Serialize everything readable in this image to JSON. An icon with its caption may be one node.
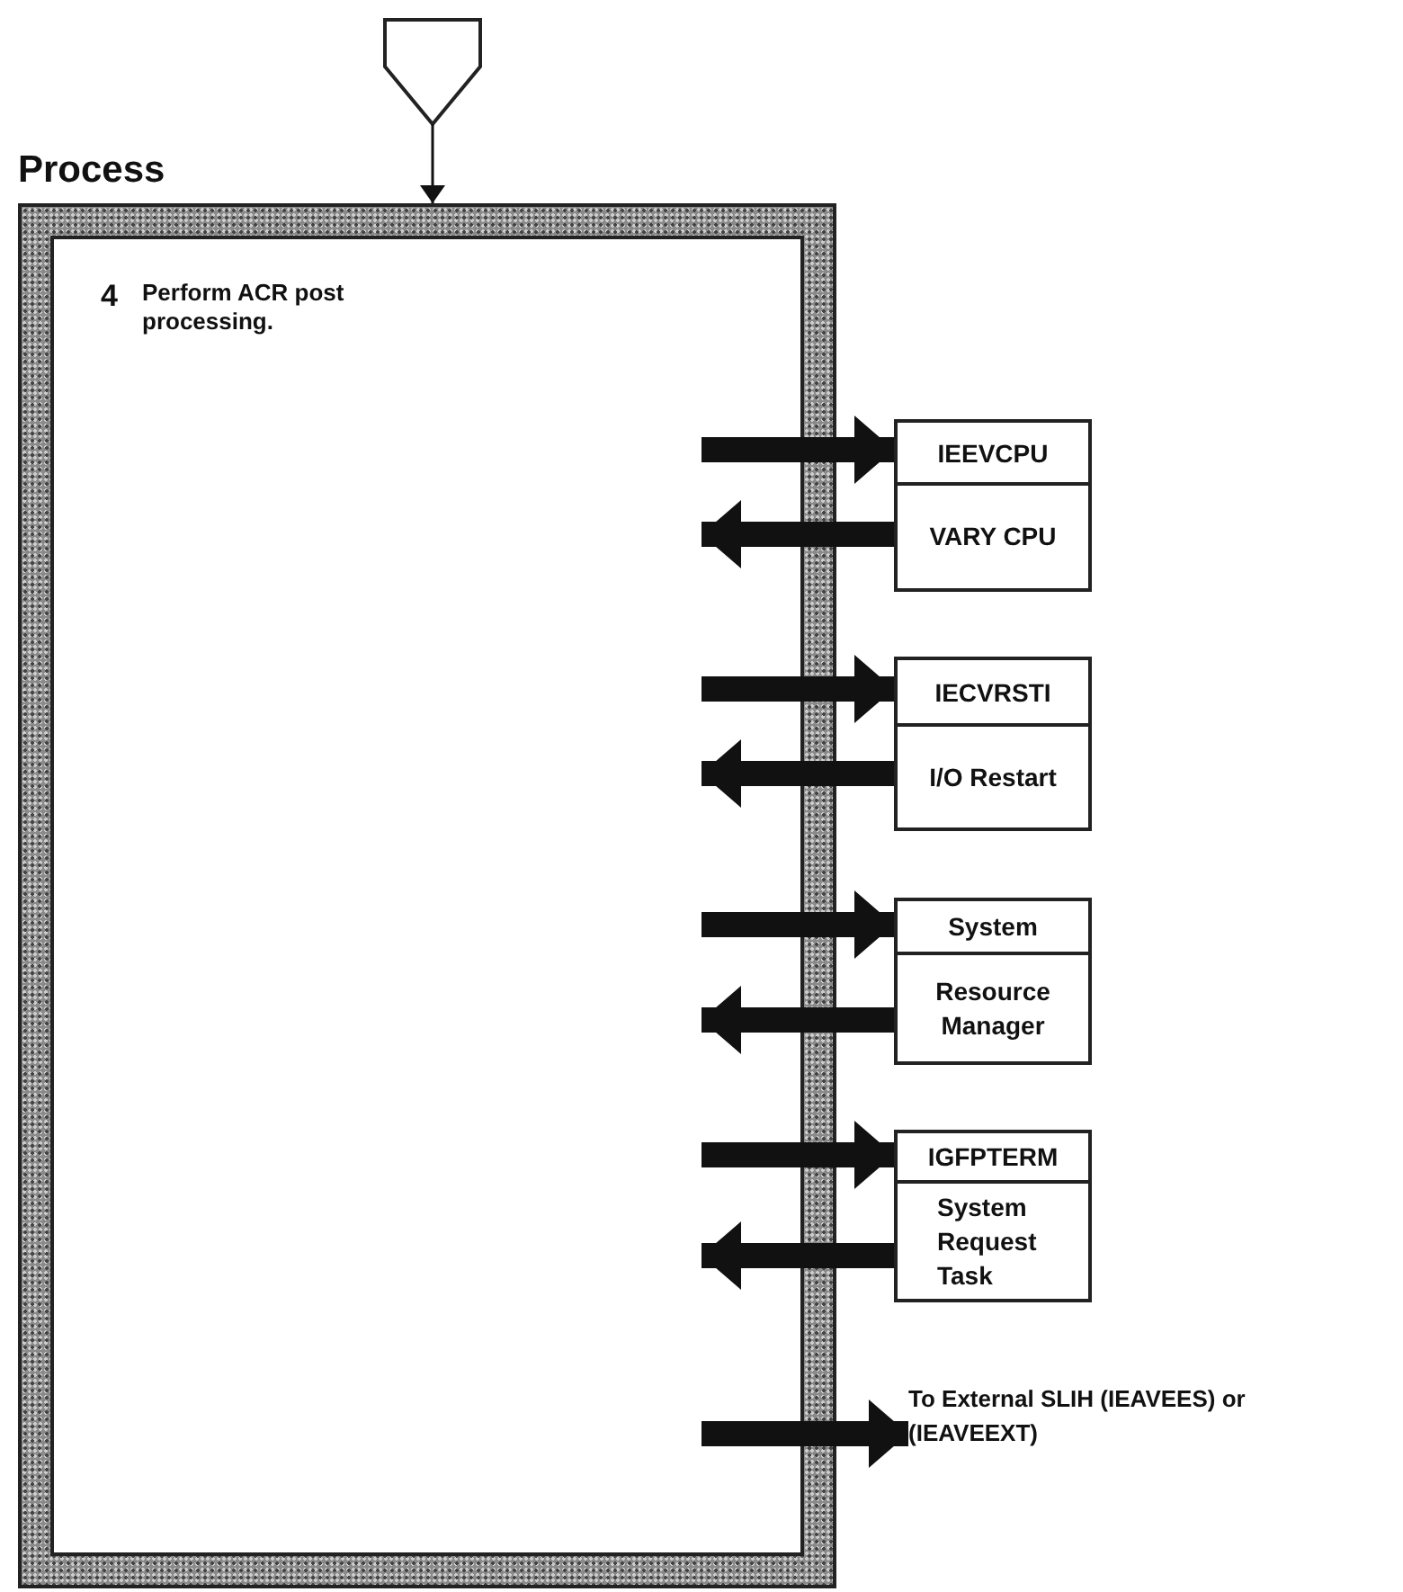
{
  "diagram": {
    "nodes": [
      {
        "text": [],
        "shape": "pentagon"
      },
      {
        "text": [
          "Process",
          "4",
          "Perform ACR post processing."
        ]
      },
      {
        "text": [
          "IEEVCPU",
          "VARY CPU"
        ]
      },
      {
        "text": [
          "IECVRSTI",
          "I/O Restart"
        ]
      },
      {
        "text": [
          "System",
          "Resource Manager"
        ]
      },
      {
        "text": [
          "IGFPTERM",
          "System Request Task"
        ]
      },
      {
        "text": [
          "To External SLIH (IEAVEES) or (IEAVEEXT)"
        ]
      }
    ],
    "edges": [
      {
        "from": 0,
        "to": 1,
        "arrow": "to"
      },
      {
        "from": 1,
        "to": 2,
        "arrow": "to"
      },
      {
        "from": 2,
        "to": 1,
        "arrow": "to"
      },
      {
        "from": 1,
        "to": 3,
        "arrow": "to"
      },
      {
        "from": 3,
        "to": 1,
        "arrow": "to"
      },
      {
        "from": 1,
        "to": 4,
        "arrow": "to"
      },
      {
        "from": 4,
        "to": 1,
        "arrow": "to"
      },
      {
        "from": 1,
        "to": 5,
        "arrow": "to"
      },
      {
        "from": 5,
        "to": 1,
        "arrow": "to"
      },
      {
        "from": 1,
        "to": 6,
        "arrow": "to"
      }
    ]
  }
}
